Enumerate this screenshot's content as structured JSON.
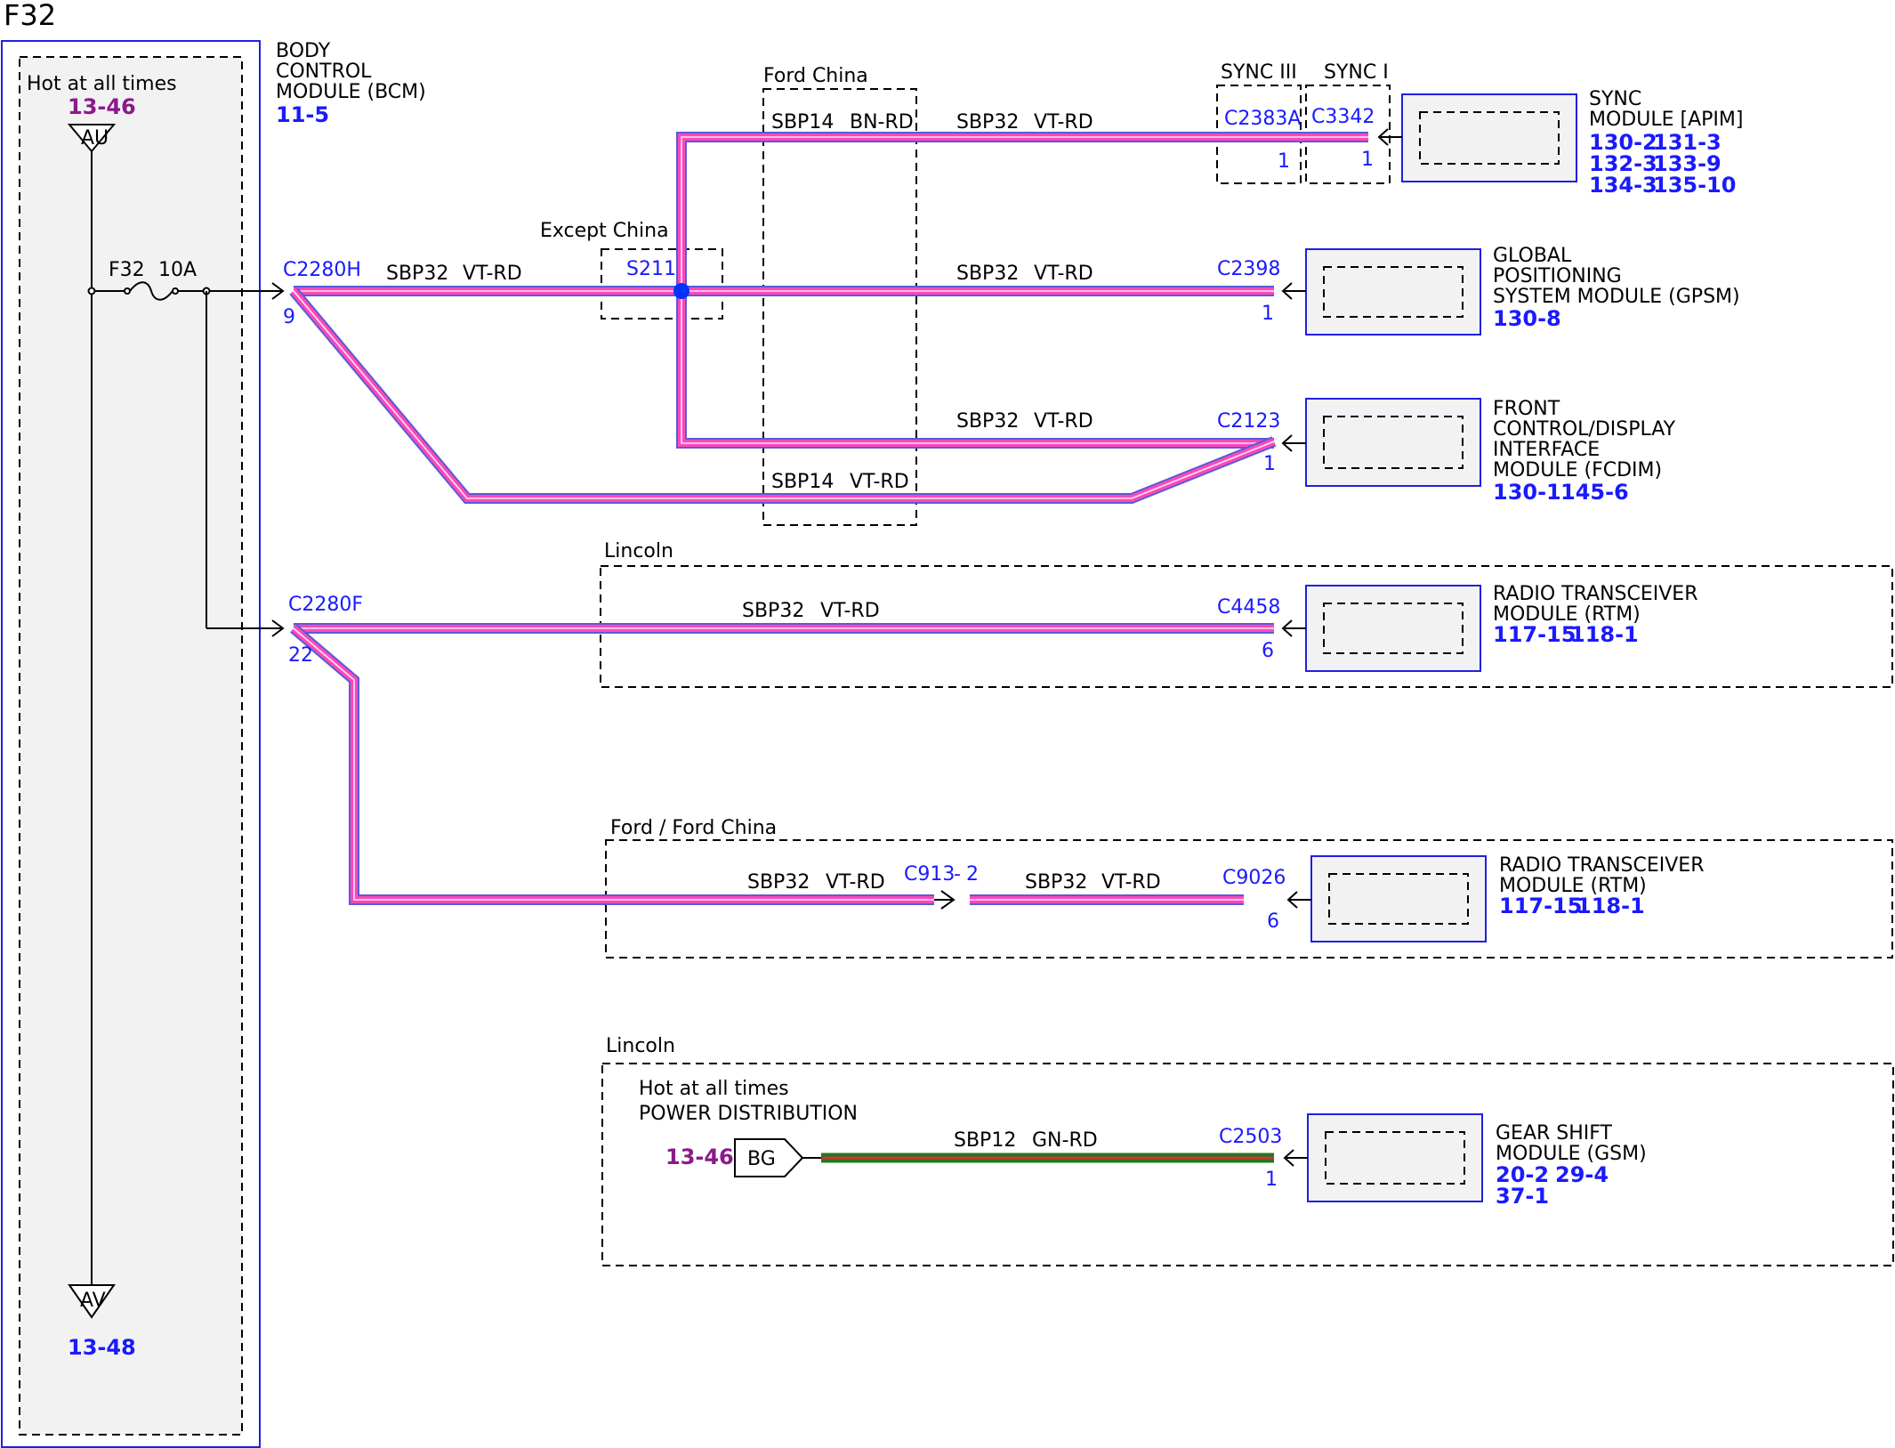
{
  "page_title": "F32",
  "bcm_panel": {
    "caption": "Hot at all times",
    "top_ref": "13-46",
    "top_connector": "AU",
    "bottom_connector": "AV",
    "bottom_ref": "13-48",
    "fuse_label": "F32",
    "fuse_rating": "10A",
    "module_name": [
      "BODY",
      "CONTROL",
      "MODULE (BCM)"
    ],
    "module_ref": "11-5"
  },
  "connectors": {
    "c2280h": {
      "name": "C2280H",
      "pin": "9"
    },
    "c2280f": {
      "name": "C2280F",
      "pin": "22"
    },
    "s211": "S211",
    "c2383a": {
      "name": "C2383A",
      "pin": "1"
    },
    "c3342": {
      "name": "C3342",
      "pin": "1"
    },
    "c2398": {
      "name": "C2398",
      "pin": "1"
    },
    "c2123": {
      "name": "C2123",
      "pin": "1"
    },
    "c4458": {
      "name": "C4458",
      "pin": "6"
    },
    "c913": {
      "name": "C913",
      "pin": "2"
    },
    "c9026": {
      "name": "C9026",
      "pin": "6"
    },
    "c2503": {
      "name": "C2503",
      "pin": "1"
    }
  },
  "variant_labels": {
    "ford_china": "Ford China",
    "except_china": "Except China",
    "sync3": "SYNC III",
    "sync1": "SYNC I",
    "lincoln_rtm": "Lincoln",
    "ford_rtm": "Ford / Ford China",
    "lincoln_gsm": "Lincoln"
  },
  "wires": {
    "bcm_to_splice": {
      "circuit": "SBP32",
      "color": "VT-RD"
    },
    "china_to_sync": {
      "circuit": "SBP14",
      "color": "BN-RD"
    },
    "to_sync": {
      "circuit": "SBP32",
      "color": "VT-RD"
    },
    "to_gpsm": {
      "circuit": "SBP32",
      "color": "VT-RD"
    },
    "to_fcdim": {
      "circuit": "SBP32",
      "color": "VT-RD"
    },
    "china_to_fcdim": {
      "circuit": "SBP14",
      "color": "VT-RD"
    },
    "lincoln_rtm": {
      "circuit": "SBP32",
      "color": "VT-RD"
    },
    "ford_rtm_a": {
      "circuit": "SBP32",
      "color": "VT-RD"
    },
    "ford_rtm_b": {
      "circuit": "SBP32",
      "color": "VT-RD"
    },
    "gsm": {
      "circuit": "SBP12",
      "color": "GN-RD"
    }
  },
  "modules": {
    "sync": {
      "name": [
        "SYNC",
        "MODULE [APIM]"
      ],
      "refs": [
        "130-2",
        "131-3",
        "132-3",
        "133-9",
        "134-3",
        "135-10"
      ]
    },
    "gpsm": {
      "name": [
        "GLOBAL",
        "POSITIONING",
        "SYSTEM MODULE (GPSM)"
      ],
      "refs": [
        "130-8"
      ]
    },
    "fcdim": {
      "name": [
        "FRONT",
        "CONTROL/DISPLAY",
        "INTERFACE",
        "MODULE (FCDIM)"
      ],
      "refs": [
        "130-1",
        "145-6"
      ]
    },
    "rtm_lincoln": {
      "name": [
        "RADIO TRANSCEIVER",
        "MODULE (RTM)"
      ],
      "refs": [
        "117-15",
        "118-1"
      ]
    },
    "rtm_ford": {
      "name": [
        "RADIO TRANSCEIVER",
        "MODULE (RTM)"
      ],
      "refs": [
        "117-15",
        "118-1"
      ]
    },
    "gsm": {
      "name": [
        "GEAR SHIFT",
        "MODULE (GSM)"
      ],
      "refs": [
        "20-2",
        "29-4",
        "37-1"
      ]
    }
  },
  "power_distribution": {
    "caption": [
      "Hot at all times",
      "POWER DISTRIBUTION"
    ],
    "ref": "13-46",
    "connector": "BG"
  },
  "colors": {
    "wire_vt_rd": "#ff48b8",
    "wire_outline": "#5a5ad8",
    "wire_gn_rd": "#1f7a1f",
    "wire_gn_rd_stripe": "#d83030",
    "connector_text": "#1a1aff",
    "ref_purple": "#8b1a8b",
    "splice_dot": "#0033ff"
  }
}
